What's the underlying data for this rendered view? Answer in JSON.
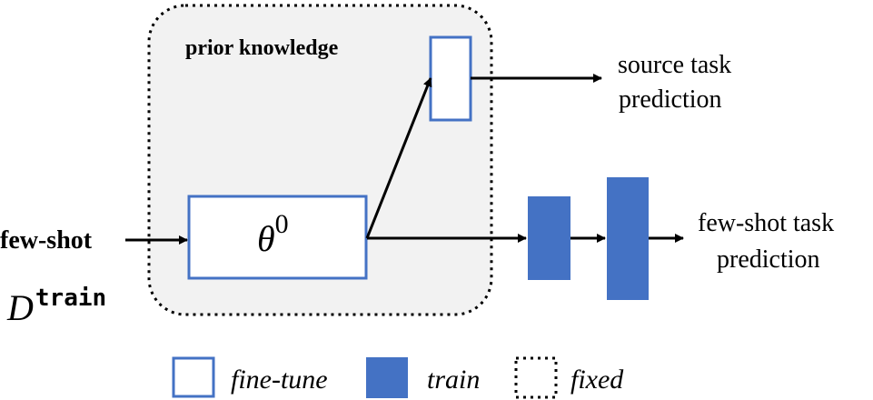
{
  "prior_knowledge_label": "prior knowledge",
  "theta": {
    "symbol": "θ",
    "superscript": "0"
  },
  "source_task": {
    "line1": "source task",
    "line2": "prediction"
  },
  "fewshot_task": {
    "line1": "few-shot task",
    "line2": "prediction"
  },
  "input": {
    "label": "few-shot",
    "dataset_symbol": "D",
    "dataset_superscript": "train"
  },
  "legend": {
    "finetune": "fine-tune",
    "train": "train",
    "fixed": "fixed"
  },
  "colors": {
    "blue": "#4472C4",
    "region_fill": "#F2F2F2",
    "black": "#000000"
  }
}
